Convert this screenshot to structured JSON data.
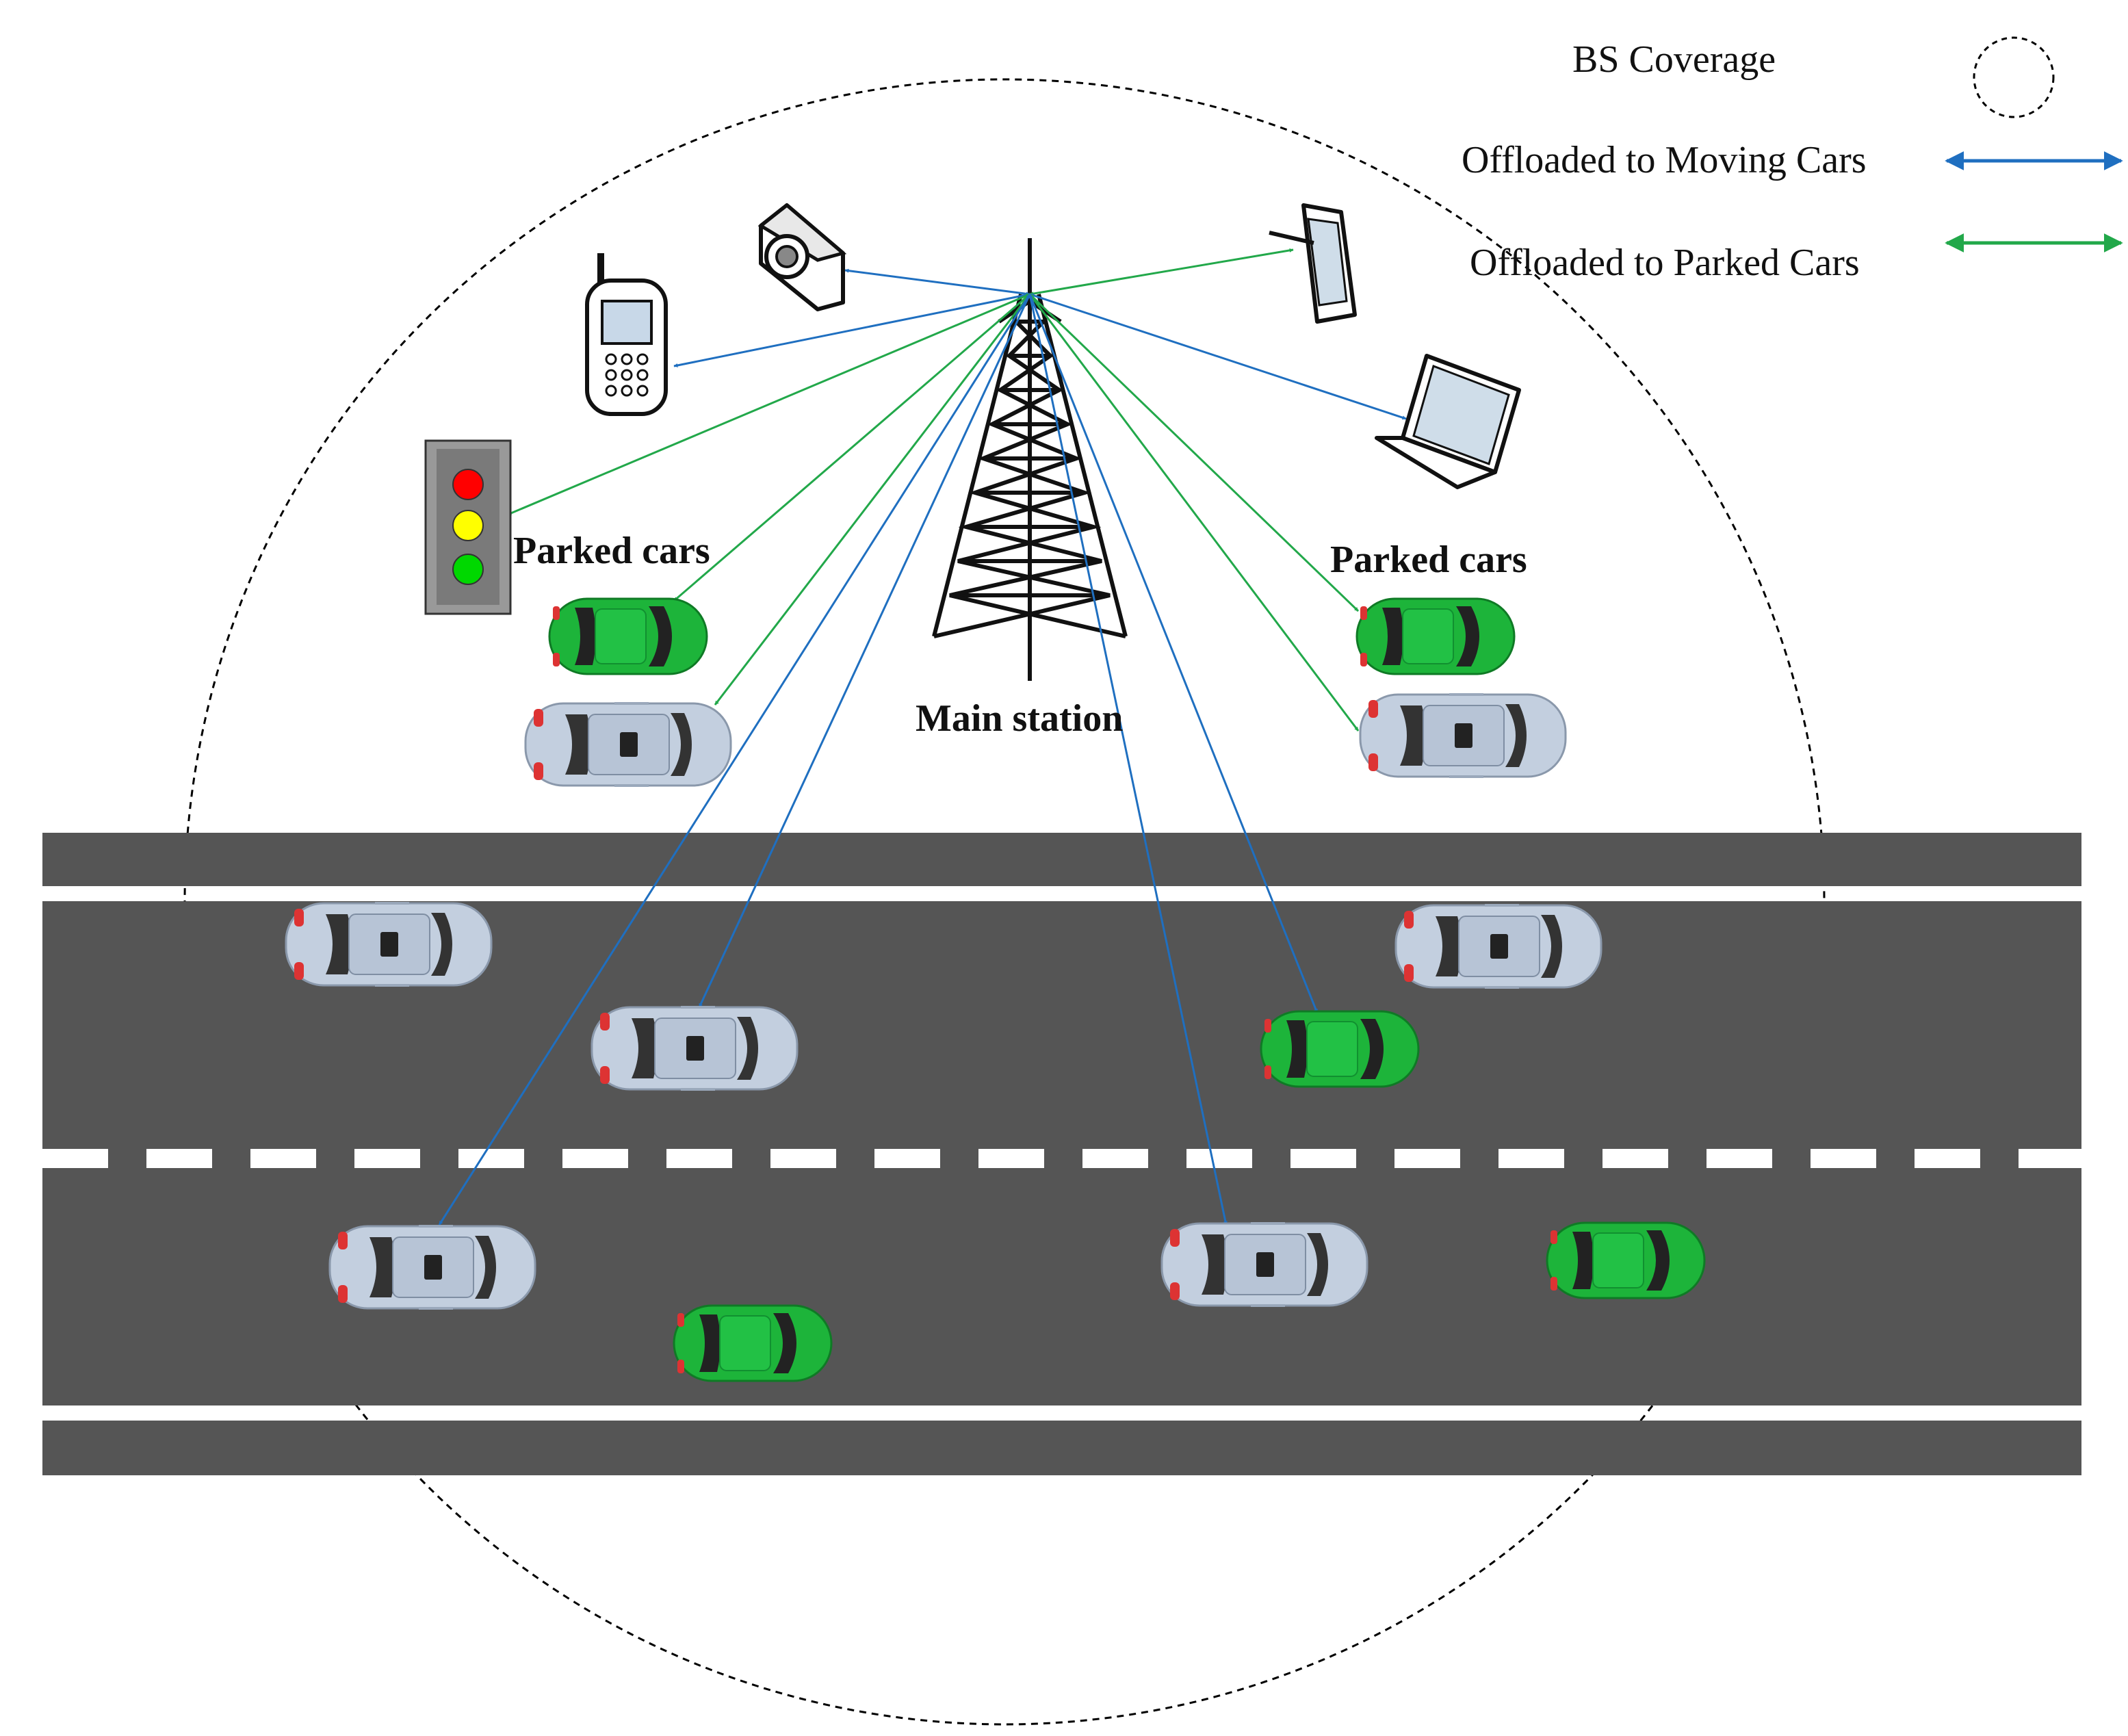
{
  "legend": {
    "coverage_label": "BS Coverage",
    "moving_label": "Offloaded to Moving Cars",
    "parked_label": "Offloaded to Parked Cars"
  },
  "labels": {
    "parked_left": "Parked cars",
    "parked_right": "Parked cars",
    "main_station": "Main station"
  },
  "colors": {
    "moving_link": "#1f6fc0",
    "parked_link": "#22a84a",
    "road": "#555555",
    "car_green": "#1db43a",
    "car_silver": "#c3cfdf",
    "traffic_red": "#ff0000",
    "traffic_yellow": "#ffff00",
    "traffic_green": "#00d800"
  },
  "icons": [
    "camera-icon",
    "cell-phone-icon",
    "tablet-icon",
    "laptop-icon",
    "traffic-light-icon",
    "tower-icon",
    "car-icon"
  ]
}
